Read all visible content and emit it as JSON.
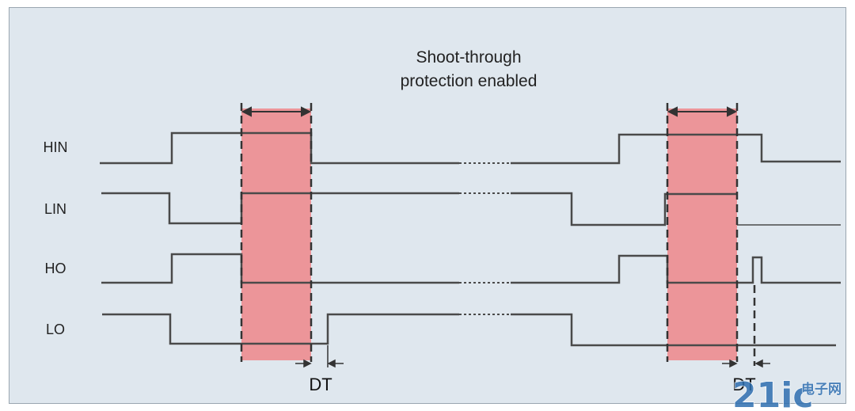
{
  "title_line1": "Shoot-through",
  "title_line2": "protection enabled",
  "signals": [
    {
      "name": "HIN"
    },
    {
      "name": "LIN"
    },
    {
      "name": "HO"
    },
    {
      "name": "LO"
    }
  ],
  "dead_time_label_1": "DT",
  "dead_time_label_2": "DT",
  "watermark": "21ic电子网",
  "colors": {
    "background": "#dfe7ee",
    "protection_window": "#ee8a8d",
    "waveform": "#4a4a4a"
  }
}
